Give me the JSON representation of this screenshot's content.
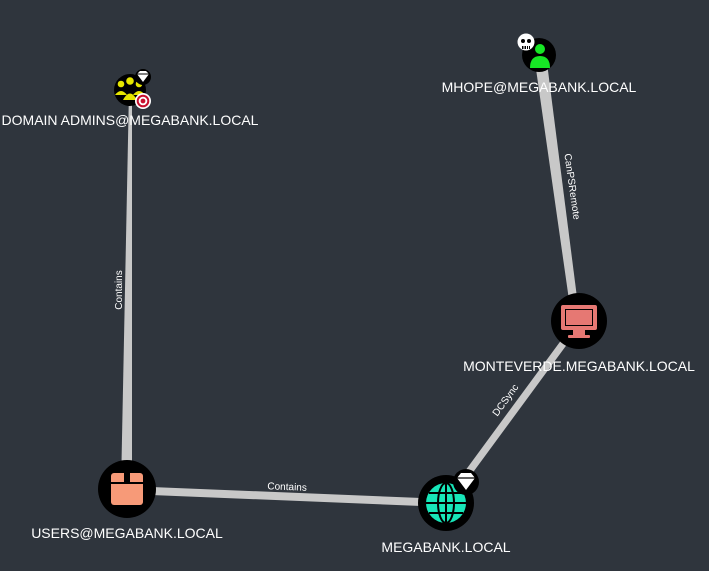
{
  "graph": {
    "nodes": [
      {
        "id": "domain_admins",
        "label": "DOMAIN ADMINS@MEGABANK.LOCAL",
        "type": "group",
        "icon": "group-icon",
        "badges": [
          "highvalue-diamond-icon",
          "target-icon"
        ],
        "color": "#e6e600"
      },
      {
        "id": "mhope",
        "label": "MHOPE@MEGABANK.LOCAL",
        "type": "user",
        "icon": "user-icon",
        "badges": [
          "owned-skull-icon"
        ],
        "color": "#17e625"
      },
      {
        "id": "monteverde",
        "label": "MONTEVERDE.MEGABANK.LOCAL",
        "type": "computer",
        "icon": "computer-icon",
        "badges": [],
        "color": "#e67873"
      },
      {
        "id": "users",
        "label": "USERS@MEGABANK.LOCAL",
        "type": "container",
        "icon": "container-icon",
        "badges": [],
        "color": "#f79a78"
      },
      {
        "id": "megabank",
        "label": "MEGABANK.LOCAL",
        "type": "domain",
        "icon": "globe-icon",
        "badges": [
          "highvalue-diamond-icon"
        ],
        "color": "#17e6b9"
      }
    ],
    "edges": [
      {
        "from": "domain_admins",
        "to": "users",
        "label": "Contains"
      },
      {
        "from": "users",
        "to": "megabank",
        "label": "Contains"
      },
      {
        "from": "mhope",
        "to": "monteverde",
        "label": "CanPSRemote"
      },
      {
        "from": "monteverde",
        "to": "megabank",
        "label": "DCSync"
      }
    ]
  },
  "colors": {
    "background": "#2f353d",
    "edge": "#c8c8c8",
    "node_bg": "#000000"
  }
}
